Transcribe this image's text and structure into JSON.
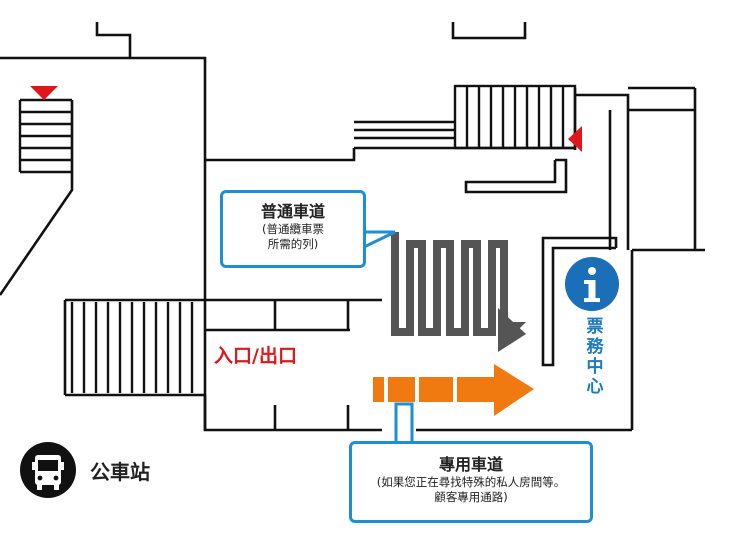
{
  "labels": {
    "entrance_exit": "入口/出口",
    "ticket_center": "票務中心",
    "bus_stop": "公車站"
  },
  "callouts": {
    "normal_lane": {
      "title": "普通車道",
      "note_line1": "(普通纜車票",
      "note_line2": "所需的列)"
    },
    "special_lane": {
      "title": "專用車道",
      "note_line1": "(如果您正在尋找特殊的私人房間等。",
      "note_line2": "顧客專用通路)"
    }
  },
  "icons": {
    "info": "info-icon",
    "bus": "bus-icon",
    "marker": "red-triangle-marker"
  },
  "colors": {
    "walls": "#111111",
    "normal_lane_arrow": "#555555",
    "special_lane_arrow": "#f07a10",
    "callout_border": "#1e8fd6",
    "info_icon": "#1a6fb8",
    "ticket_text": "#1a7bc0",
    "entrance_text": "#e0161b",
    "marker": "#e0161b"
  }
}
